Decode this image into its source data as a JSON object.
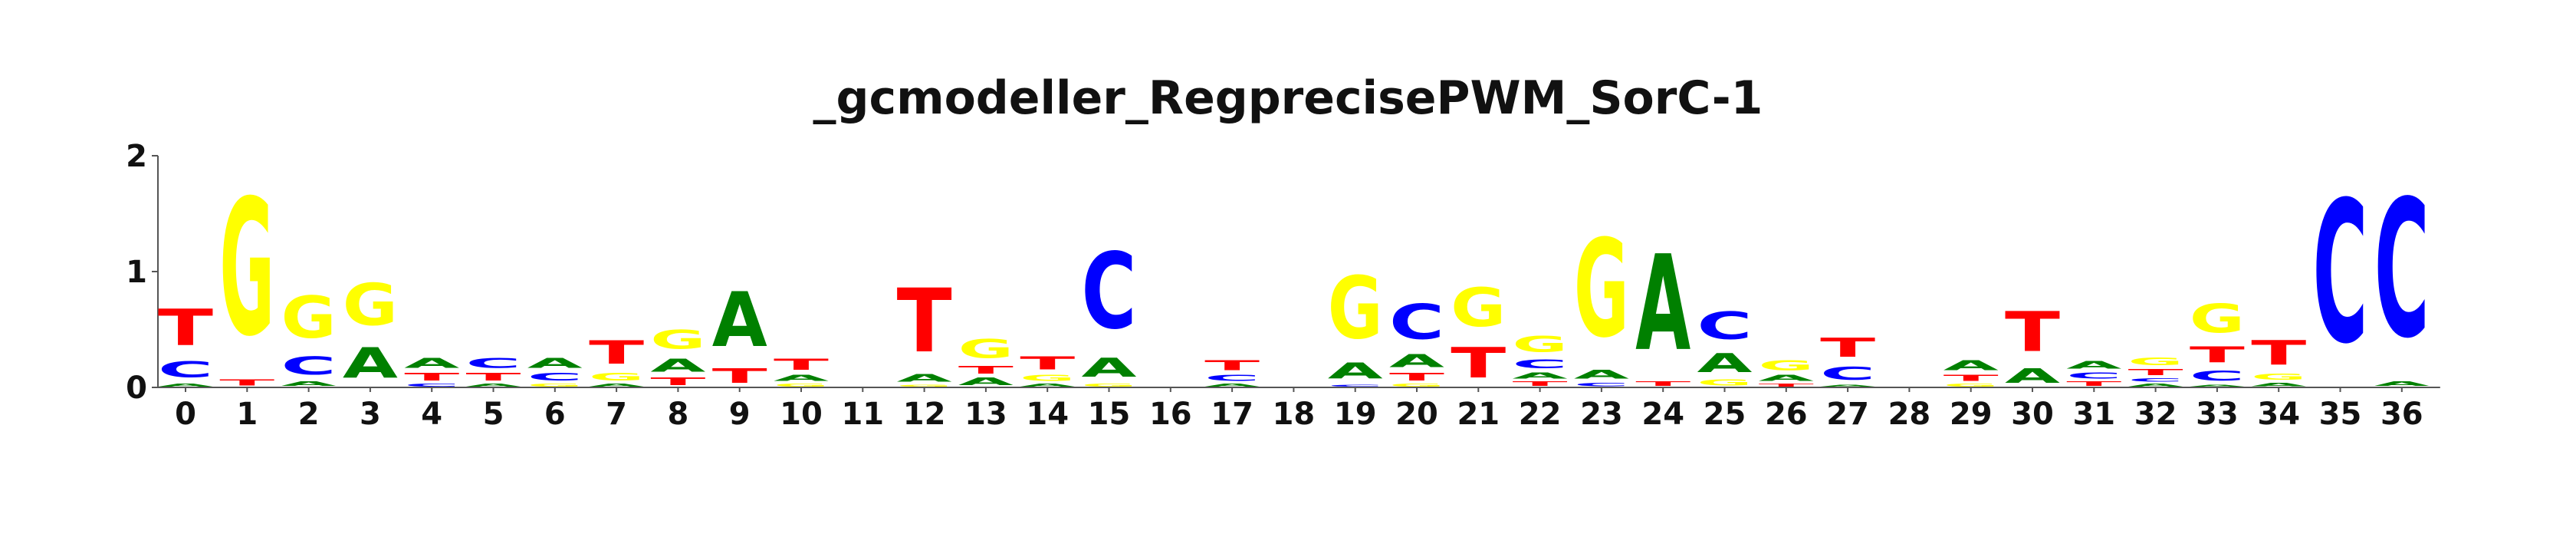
{
  "chart_data": {
    "type": "sequence-logo",
    "title": "_gcmodeller_RegprecisePWM_SorC-1",
    "ylim": [
      0,
      2
    ],
    "yticks": [
      "0",
      "1",
      "2"
    ],
    "colors": {
      "A": "#008000",
      "C": "#0000ff",
      "G": "#ffff00",
      "T": "#ff0000"
    },
    "positions": [
      {
        "pos": "0",
        "letters": [
          {
            "base": "A",
            "h": 0.04
          },
          {
            "base": "C",
            "h": 0.22
          },
          {
            "base": "T",
            "h": 0.5
          }
        ]
      },
      {
        "pos": "1",
        "letters": [
          {
            "base": "T",
            "h": 0.08
          },
          {
            "base": "G",
            "h": 1.88
          }
        ]
      },
      {
        "pos": "2",
        "letters": [
          {
            "base": "A",
            "h": 0.06
          },
          {
            "base": "C",
            "h": 0.25
          },
          {
            "base": "G",
            "h": 0.58
          }
        ]
      },
      {
        "pos": "3",
        "letters": [
          {
            "base": "A",
            "h": 0.42
          },
          {
            "base": "G",
            "h": 0.58
          }
        ]
      },
      {
        "pos": "4",
        "letters": [
          {
            "base": "C",
            "h": 0.04
          },
          {
            "base": "T",
            "h": 0.1
          },
          {
            "base": "A",
            "h": 0.14
          }
        ]
      },
      {
        "pos": "5",
        "letters": [
          {
            "base": "A",
            "h": 0.04
          },
          {
            "base": "T",
            "h": 0.1
          },
          {
            "base": "C",
            "h": 0.14
          }
        ]
      },
      {
        "pos": "6",
        "letters": [
          {
            "base": "G",
            "h": 0.04
          },
          {
            "base": "C",
            "h": 0.1
          },
          {
            "base": "A",
            "h": 0.14
          }
        ]
      },
      {
        "pos": "7",
        "letters": [
          {
            "base": "A",
            "h": 0.04
          },
          {
            "base": "G",
            "h": 0.1
          },
          {
            "base": "T",
            "h": 0.32
          }
        ]
      },
      {
        "pos": "8",
        "letters": [
          {
            "base": "T",
            "h": 0.1
          },
          {
            "base": "A",
            "h": 0.18
          },
          {
            "base": "G",
            "h": 0.26
          }
        ]
      },
      {
        "pos": "9",
        "letters": [
          {
            "base": "T",
            "h": 0.2
          },
          {
            "base": "A",
            "h": 0.76
          }
        ]
      },
      {
        "pos": "10",
        "letters": [
          {
            "base": "G",
            "h": 0.04
          },
          {
            "base": "A",
            "h": 0.08
          },
          {
            "base": "T",
            "h": 0.15
          }
        ]
      },
      {
        "pos": "11",
        "letters": []
      },
      {
        "pos": "12",
        "letters": [
          {
            "base": "G",
            "h": 0.03
          },
          {
            "base": "A",
            "h": 0.1
          },
          {
            "base": "T",
            "h": 0.88
          }
        ]
      },
      {
        "pos": "13",
        "letters": [
          {
            "base": "A",
            "h": 0.1
          },
          {
            "base": "T",
            "h": 0.1
          },
          {
            "base": "G",
            "h": 0.26
          }
        ]
      },
      {
        "pos": "14",
        "letters": [
          {
            "base": "A",
            "h": 0.04
          },
          {
            "base": "G",
            "h": 0.08
          },
          {
            "base": "T",
            "h": 0.18
          }
        ]
      },
      {
        "pos": "15",
        "letters": [
          {
            "base": "G",
            "h": 0.04
          },
          {
            "base": "A",
            "h": 0.26
          },
          {
            "base": "C",
            "h": 1.05
          }
        ]
      },
      {
        "pos": "16",
        "letters": []
      },
      {
        "pos": "17",
        "letters": [
          {
            "base": "A",
            "h": 0.04
          },
          {
            "base": "C",
            "h": 0.08
          },
          {
            "base": "T",
            "h": 0.14
          }
        ]
      },
      {
        "pos": "18",
        "letters": []
      },
      {
        "pos": "19",
        "letters": [
          {
            "base": "C",
            "h": 0.03
          },
          {
            "base": "A",
            "h": 0.22
          },
          {
            "base": "G",
            "h": 0.86
          }
        ]
      },
      {
        "pos": "20",
        "letters": [
          {
            "base": "G",
            "h": 0.04
          },
          {
            "base": "T",
            "h": 0.1
          },
          {
            "base": "A",
            "h": 0.18
          },
          {
            "base": "C",
            "h": 0.48
          }
        ]
      },
      {
        "pos": "21",
        "letters": [
          {
            "base": "T",
            "h": 0.42
          },
          {
            "base": "G",
            "h": 0.54
          }
        ]
      },
      {
        "pos": "22",
        "letters": [
          {
            "base": "T",
            "h": 0.06
          },
          {
            "base": "A",
            "h": 0.08
          },
          {
            "base": "C",
            "h": 0.12
          },
          {
            "base": "G",
            "h": 0.22
          }
        ]
      },
      {
        "pos": "23",
        "letters": [
          {
            "base": "C",
            "h": 0.05
          },
          {
            "base": "A",
            "h": 0.12
          },
          {
            "base": "G",
            "h": 1.35
          }
        ]
      },
      {
        "pos": "24",
        "letters": [
          {
            "base": "T",
            "h": 0.06
          },
          {
            "base": "A",
            "h": 1.32
          }
        ]
      },
      {
        "pos": "25",
        "letters": [
          {
            "base": "G",
            "h": 0.08
          },
          {
            "base": "A",
            "h": 0.26
          },
          {
            "base": "C",
            "h": 0.38
          }
        ]
      },
      {
        "pos": "26",
        "letters": [
          {
            "base": "T",
            "h": 0.04
          },
          {
            "base": "A",
            "h": 0.08
          },
          {
            "base": "G",
            "h": 0.14
          }
        ]
      },
      {
        "pos": "27",
        "letters": [
          {
            "base": "A",
            "h": 0.03
          },
          {
            "base": "C",
            "h": 0.18
          },
          {
            "base": "T",
            "h": 0.26
          }
        ]
      },
      {
        "pos": "28",
        "letters": []
      },
      {
        "pos": "29",
        "letters": [
          {
            "base": "G",
            "h": 0.04
          },
          {
            "base": "T",
            "h": 0.08
          },
          {
            "base": "A",
            "h": 0.14
          }
        ]
      },
      {
        "pos": "30",
        "letters": [
          {
            "base": "A",
            "h": 0.2
          },
          {
            "base": "T",
            "h": 0.55
          }
        ]
      },
      {
        "pos": "31",
        "letters": [
          {
            "base": "T",
            "h": 0.06
          },
          {
            "base": "C",
            "h": 0.08
          },
          {
            "base": "A",
            "h": 0.1
          }
        ]
      },
      {
        "pos": "32",
        "letters": [
          {
            "base": "A",
            "h": 0.04
          },
          {
            "base": "C",
            "h": 0.05
          },
          {
            "base": "T",
            "h": 0.08
          },
          {
            "base": "G",
            "h": 0.1
          }
        ]
      },
      {
        "pos": "33",
        "letters": [
          {
            "base": "A",
            "h": 0.03
          },
          {
            "base": "C",
            "h": 0.14
          },
          {
            "base": "T",
            "h": 0.22
          },
          {
            "base": "G",
            "h": 0.4
          }
        ]
      },
      {
        "pos": "34",
        "letters": [
          {
            "base": "A",
            "h": 0.05
          },
          {
            "base": "G",
            "h": 0.08
          },
          {
            "base": "T",
            "h": 0.34
          }
        ]
      },
      {
        "pos": "35",
        "letters": [
          {
            "base": "C",
            "h": 1.96
          }
        ]
      },
      {
        "pos": "36",
        "letters": [
          {
            "base": "A",
            "h": 0.06
          },
          {
            "base": "C",
            "h": 1.9
          }
        ]
      }
    ]
  }
}
